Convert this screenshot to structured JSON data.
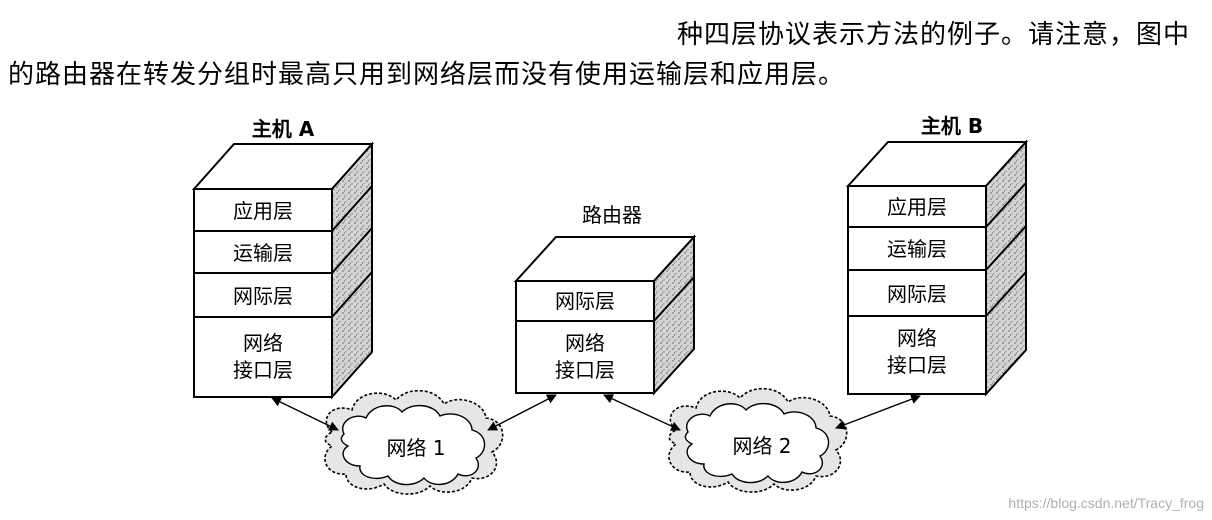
{
  "text": {
    "line1": "种四层协议表示方法的例子。请注意，图中",
    "line2": "的路由器在转发分组时最高只用到网络层而没有使用运输层和应用层。"
  },
  "host_a": {
    "title": "主机 A",
    "layers": [
      "应用层",
      "运输层",
      "网际层"
    ],
    "bottom_line1": "网络",
    "bottom_line2": "接口层"
  },
  "router": {
    "title": "路由器",
    "layers": [
      "网际层"
    ],
    "bottom_line1": "网络",
    "bottom_line2": "接口层"
  },
  "host_b": {
    "title": "主机 B",
    "layers": [
      "应用层",
      "运输层",
      "网际层"
    ],
    "bottom_line1": "网络",
    "bottom_line2": "接口层"
  },
  "networks": [
    "网络 1",
    "网络 2"
  ],
  "watermark": "https://blog.csdn.net/Tracy_frog"
}
